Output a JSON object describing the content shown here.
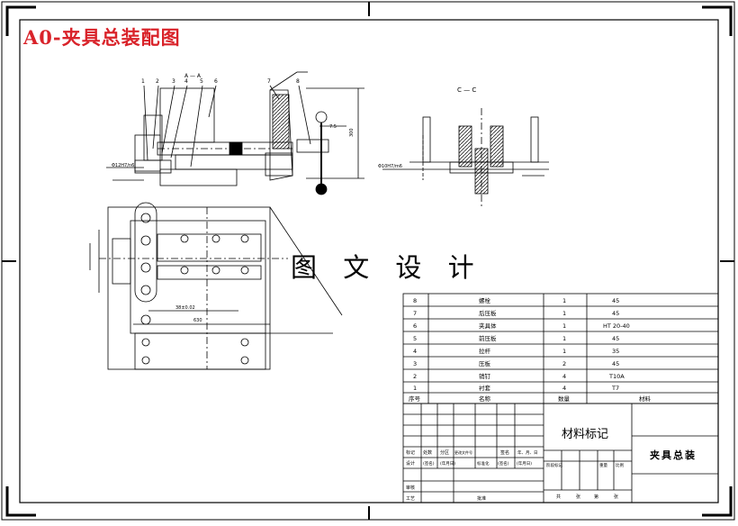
{
  "title": "A0-夹具总装配图",
  "watermark": "图 文 设 计",
  "views": {
    "section_label": "C — C",
    "section_label_top": "A — A",
    "dim_height": "300",
    "dim_width": "630",
    "dim_offset": "38±0.02",
    "dim_small": "7.5",
    "dim_pin": "Φ12H7/n6",
    "dim_bottom": "Φ10H7/m6",
    "balloons": [
      "1",
      "2",
      "3",
      "4",
      "5",
      "6",
      "7",
      "8"
    ]
  },
  "parts_list": {
    "headers": [
      "序号",
      "名称",
      "数量",
      "材料"
    ],
    "rows": [
      {
        "no": "8",
        "name": "螺栓",
        "qty": "1",
        "material": "45"
      },
      {
        "no": "7",
        "name": "后压板",
        "qty": "1",
        "material": "45"
      },
      {
        "no": "6",
        "name": "夹具体",
        "qty": "1",
        "material": "HT 20-40"
      },
      {
        "no": "5",
        "name": "前压板",
        "qty": "1",
        "material": "45"
      },
      {
        "no": "4",
        "name": "拉杆",
        "qty": "1",
        "material": "35"
      },
      {
        "no": "3",
        "name": "压板",
        "qty": "2",
        "material": "45"
      },
      {
        "no": "2",
        "name": "销钉",
        "qty": "4",
        "material": "T10A"
      },
      {
        "no": "1",
        "name": "衬套",
        "qty": "4",
        "material": "T7"
      }
    ]
  },
  "title_block": {
    "material_mark": "材料标记",
    "drawing_name": "夹具总装",
    "sign_headers": [
      "标记",
      "处数",
      "分区",
      "更改文件号",
      "签名",
      "年、月、日"
    ],
    "design_row": [
      "设计",
      "(签名)",
      "(年月日)",
      "标准化",
      "(签名)",
      "(年月日)"
    ],
    "stage_labels": [
      "阶段标记",
      "重量",
      "比例"
    ],
    "review": "审核",
    "process": "工艺",
    "approve": "批准",
    "sheets": [
      "共",
      "张",
      "第",
      "张"
    ]
  }
}
